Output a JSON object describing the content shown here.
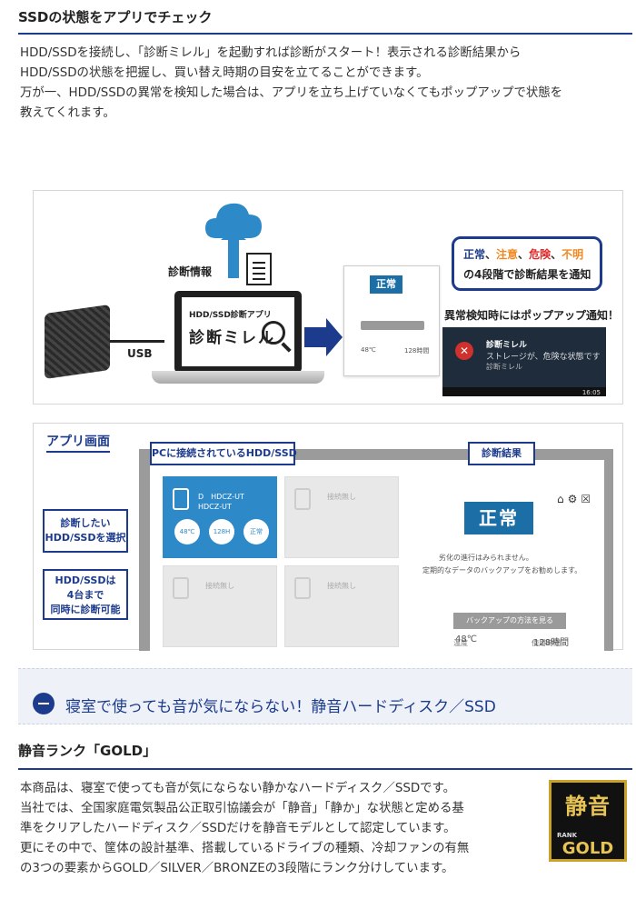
{
  "section1": {
    "title": "SSDの状態をアプリでチェック",
    "lines": [
      "HDD/SSDを接続し、「診断ミレル」を起動すれば診断がスタート！表示される診断結果から",
      "HDD/SSDの状態を把握し、買い替え時期の目安を立てることができます。",
      "万が一、HDD/SSDの異常を検知した場合は、アプリを立ち上げていなくてもポップアップで状態を",
      "教えてくれます。"
    ]
  },
  "diagram": {
    "usb": "USB",
    "info_label": "診断情報",
    "app_small": "HDD/SSD診断アプリ",
    "app_big": "診断ミレル",
    "status_badge": "正常",
    "mini_temp": "48℃",
    "mini_hours": "128時間",
    "callout": {
      "normal": "正常",
      "caution": "注意",
      "danger": "危険",
      "unknown": "不明",
      "sep": "、",
      "line2": "の4段階で診断結果を通知"
    },
    "popup_title": "異常検知時にはポップアップ通知！",
    "toast": {
      "title": "診断ミレル",
      "message": "ストレージが、危険な状態です",
      "source": "診断ミレル",
      "time": "16:05"
    }
  },
  "app_screen": {
    "label": "アプリ画面",
    "tag_connected": "PCに接続されているHDD/SSD",
    "tag_result": "診断結果",
    "side_select": [
      "診断したい",
      "HDD/SSDを選択"
    ],
    "side_four": [
      "HDD/SSDは",
      "4台まで",
      "同時に診断可能"
    ],
    "tile1_name": [
      "D　HDCZ-UT",
      "HDCZ-UT"
    ],
    "tile1_temp": "48℃",
    "tile1_hours": "128H",
    "tile1_status": "正常",
    "empty": "接続無し",
    "result": "正常",
    "msg1": "劣化の進行はみられません。",
    "msg2": "定期的なデータのバックアップをお勧めします。",
    "backup_button": "バックアップの方法を見る",
    "temp_label": "温度",
    "temp_value": "48℃",
    "hours_label": "使用時間",
    "hours_value": "128時間"
  },
  "band": {
    "text": "寝室で使っても音が気にならない！静音ハードディスク／SSD"
  },
  "section2": {
    "title": "静音ランク「GOLD」",
    "lines": [
      "本商品は、寝室で使っても音が気にならない静かなハードディスク／SSDです。",
      "当社では、全国家庭電気製品公正取引協議会が「静音」「静か」な状態と定める基",
      "準をクリアしたハードディスク／SSDだけを静音モデルとして認定しています。",
      "更にその中で、筐体の設計基準、搭載しているドライブの種類、冷却ファンの有無",
      "の3つの要素からGOLD／SILVER／BRONZEの3段階にランク分けしています。"
    ],
    "badge_top": "静音",
    "badge_rank": "RANK",
    "badge_word": "GOLD"
  },
  "colors": {
    "accent": "#1c3b8c",
    "app_blue": "#2e89c8",
    "badge_blue": "#1b6fa6",
    "gold": "#e8c455"
  }
}
